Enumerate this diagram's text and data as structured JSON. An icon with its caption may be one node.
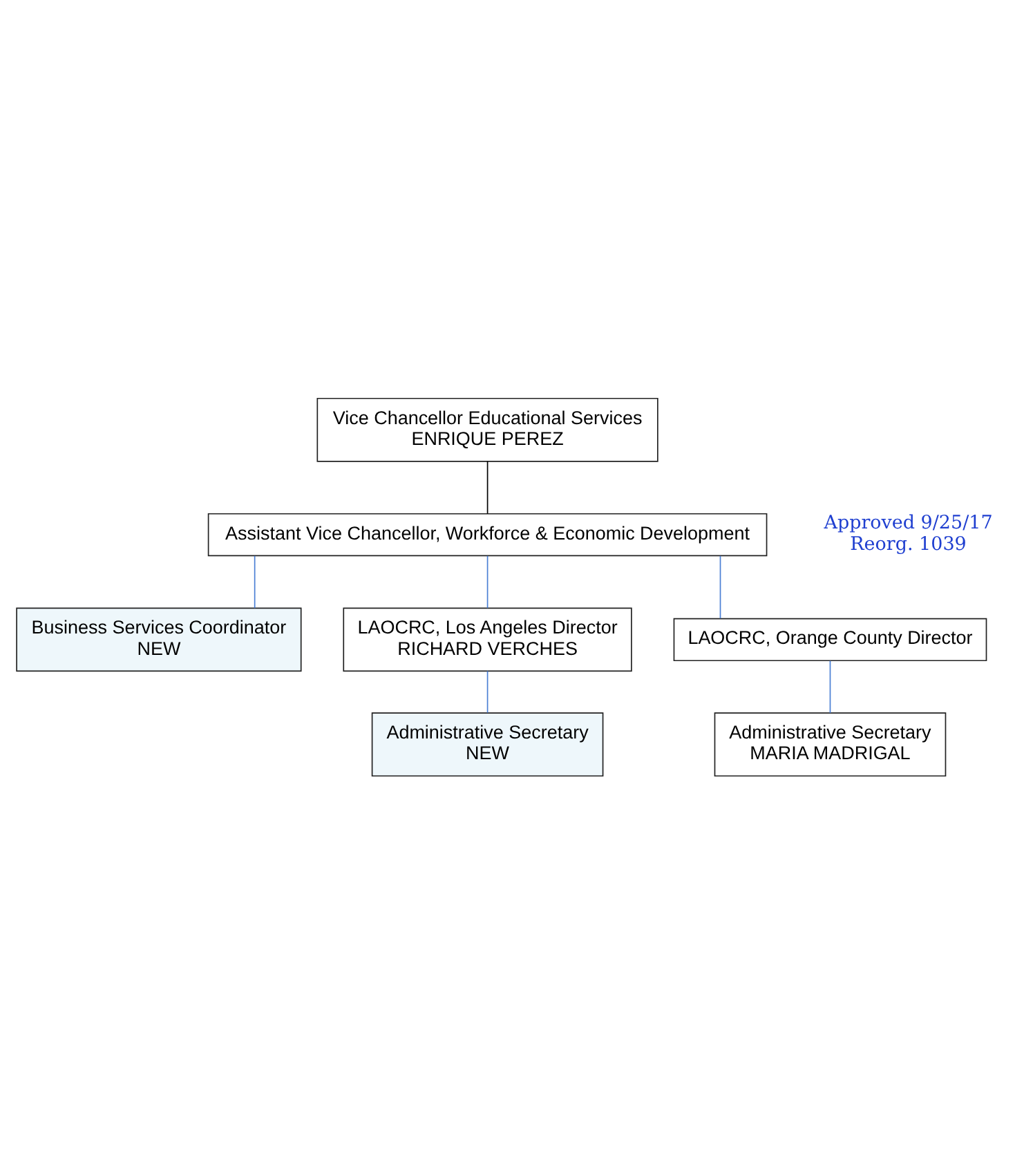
{
  "diagram": {
    "nodes": [
      {
        "text": [
          "Vice Chancellor Educational Services",
          "ENRIQUE PEREZ"
        ]
      },
      {
        "text": [
          "Assistant Vice Chancellor, Workforce & Economic Development"
        ]
      },
      {
        "text": [
          "Business Services Coordinator",
          "NEW"
        ]
      },
      {
        "text": [
          "LAOCRC, Los Angeles Director",
          "RICHARD VERCHES"
        ]
      },
      {
        "text": [
          "LAOCRC, Orange County Director"
        ]
      },
      {
        "text": [
          "Administrative Secretary",
          "NEW"
        ]
      },
      {
        "text": [
          "Administrative Secretary",
          "MARIA MADRIGAL"
        ]
      }
    ],
    "edges": [
      {
        "from": 0,
        "to": 1,
        "arrow": "none",
        "color": "#000000"
      },
      {
        "from": 1,
        "to": 2,
        "arrow": "none"
      },
      {
        "from": 1,
        "to": 3,
        "arrow": "none"
      },
      {
        "from": 1,
        "to": 4,
        "arrow": "none"
      },
      {
        "from": 3,
        "to": 5,
        "arrow": "none"
      },
      {
        "from": 4,
        "to": 6,
        "arrow": "none"
      }
    ],
    "labels": [
      "Approved 9/25/17",
      "Reorg. 1039"
    ]
  }
}
